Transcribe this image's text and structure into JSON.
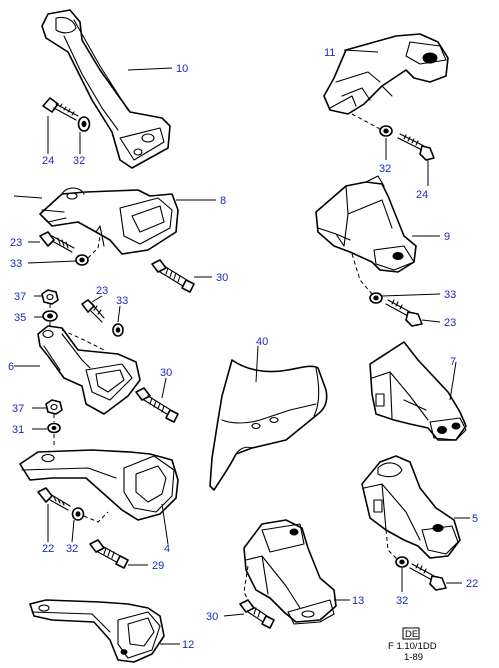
{
  "colors": {
    "callout": "#1a2bb8",
    "line": "#000000",
    "background": "#ffffff"
  },
  "callouts": {
    "c10": "10",
    "c24a": "24",
    "c32a": "32",
    "c11": "11",
    "c32b": "32",
    "c24b": "24",
    "c8": "8",
    "c23a": "23",
    "c33a": "33",
    "c30a": "30",
    "c9": "9",
    "c33b": "33",
    "c23b": "23",
    "c37a": "37",
    "c23c": "23",
    "c33c": "33",
    "c35": "35",
    "c40": "40",
    "c6": "6",
    "c30b": "30",
    "c7": "7",
    "c37b": "37",
    "c31": "31",
    "c4": "4",
    "c5": "5",
    "c22a": "22",
    "c32c": "32",
    "c22b": "22",
    "c32d": "32",
    "c29": "29",
    "c13": "13",
    "c30c": "30",
    "c12": "12"
  },
  "plate_code": {
    "line1": "F 1.10/1DD",
    "line2": "1-89",
    "boxed_part": "DE"
  }
}
